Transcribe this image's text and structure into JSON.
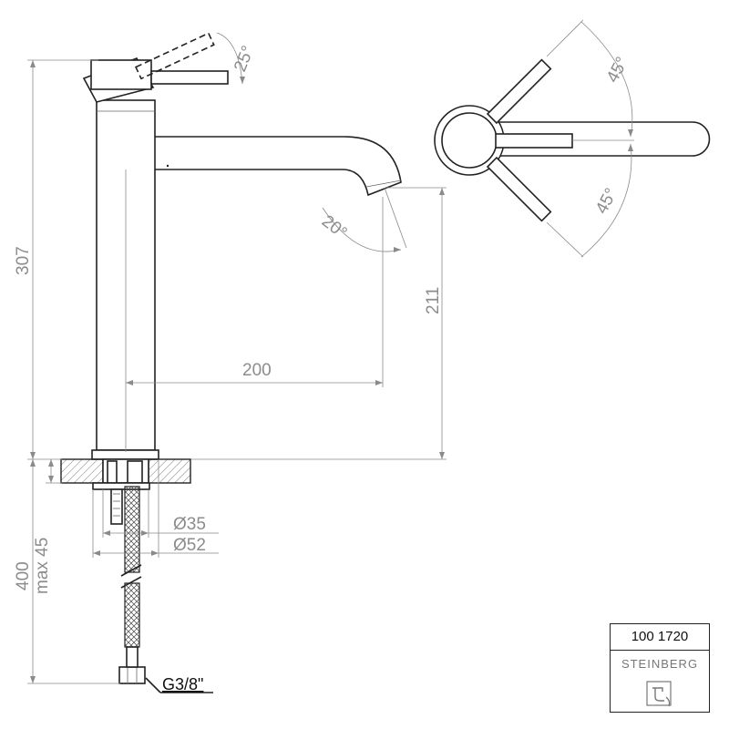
{
  "drawing": {
    "dimensions": {
      "height_total": "307",
      "spout_height": "211",
      "spout_reach": "200",
      "hose_length": "400",
      "max_thickness": "max 45",
      "dia_inner": "Ø35",
      "dia_outer": "Ø52",
      "thread": "G3/8\""
    },
    "angles": {
      "lever_tilt": "25°",
      "spout_angle": "20°",
      "lever_rotation_upper": "45°",
      "lever_rotation_lower": "45°"
    }
  },
  "title_block": {
    "code": "100 1720",
    "brand": "STEINBERG"
  },
  "icons": {
    "logo": "steinberg-faucet-logo-icon"
  }
}
